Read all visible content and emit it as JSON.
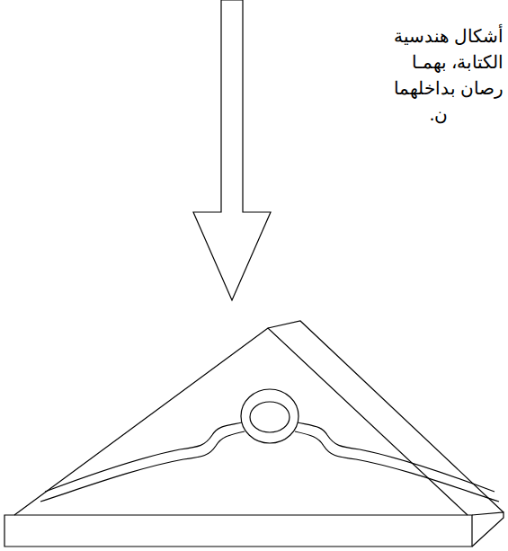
{
  "diagram": {
    "labels": [
      "أشكال هندسية",
      "الكتابة، بهمـا",
      "رصان بداخلهما",
      "ن."
    ]
  }
}
